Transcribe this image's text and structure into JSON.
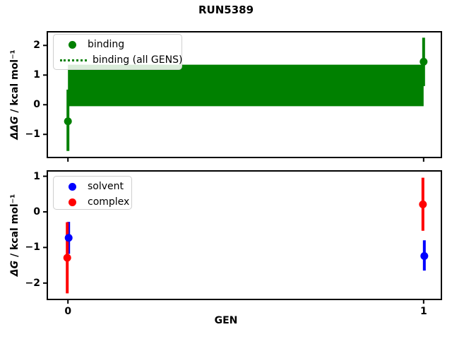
{
  "chart_data": [
    {
      "type": "errorbar",
      "title": "RUN5389",
      "ylabel": "ΔΔG / kcal mol⁻¹",
      "ylabel_math": "ΔΔG",
      "ylabel_units": " / kcal mol⁻¹",
      "xlim": [
        -0.058,
        1.05
      ],
      "ylim": [
        -1.78,
        2.46
      ],
      "yticks": [
        2,
        1,
        0,
        -1
      ],
      "xticks": [
        0,
        1
      ],
      "show_xtick_labels": false,
      "legend": {
        "position": "upper left",
        "items": [
          {
            "label": "binding",
            "marker": "dot",
            "color": "#008000"
          },
          {
            "label": "binding (all GENS)",
            "marker": "dotted-line",
            "color": "#008000"
          }
        ]
      },
      "band": {
        "label": "binding (all GENS)",
        "x": [
          0,
          1
        ],
        "y_low": -0.05,
        "y_high": 1.35,
        "color": "#008000"
      },
      "series": [
        {
          "name": "binding",
          "color": "#008000",
          "x": [
            0,
            1
          ],
          "y": [
            -0.56,
            1.45
          ],
          "err_low": [
            -1.56,
            0.63
          ],
          "err_high": [
            0.51,
            2.26
          ]
        }
      ]
    },
    {
      "type": "errorbar",
      "xlabel": "GEN",
      "ylabel": "ΔG / kcal mol⁻¹",
      "ylabel_math": "ΔG",
      "ylabel_units": " / kcal mol⁻¹",
      "xlim": [
        -0.058,
        1.05
      ],
      "ylim": [
        -2.46,
        1.15
      ],
      "yticks": [
        1,
        0,
        -1,
        -2
      ],
      "xticks": [
        0,
        1
      ],
      "show_xtick_labels": true,
      "legend": {
        "position": "upper left",
        "items": [
          {
            "label": "solvent",
            "marker": "dot",
            "color": "#0000ff"
          },
          {
            "label": "complex",
            "marker": "dot",
            "color": "#ff0000"
          }
        ]
      },
      "series": [
        {
          "name": "solvent",
          "color": "#0000ff",
          "x": [
            0,
            1
          ],
          "y": [
            -0.73,
            -1.24
          ],
          "err_low": [
            -1.18,
            -1.65
          ],
          "err_high": [
            -0.28,
            -0.8
          ]
        },
        {
          "name": "complex",
          "color": "#ff0000",
          "x": [
            0,
            1
          ],
          "y": [
            -1.29,
            0.21
          ],
          "err_low": [
            -2.29,
            -0.53
          ],
          "err_high": [
            -0.29,
            0.96
          ]
        }
      ]
    }
  ]
}
